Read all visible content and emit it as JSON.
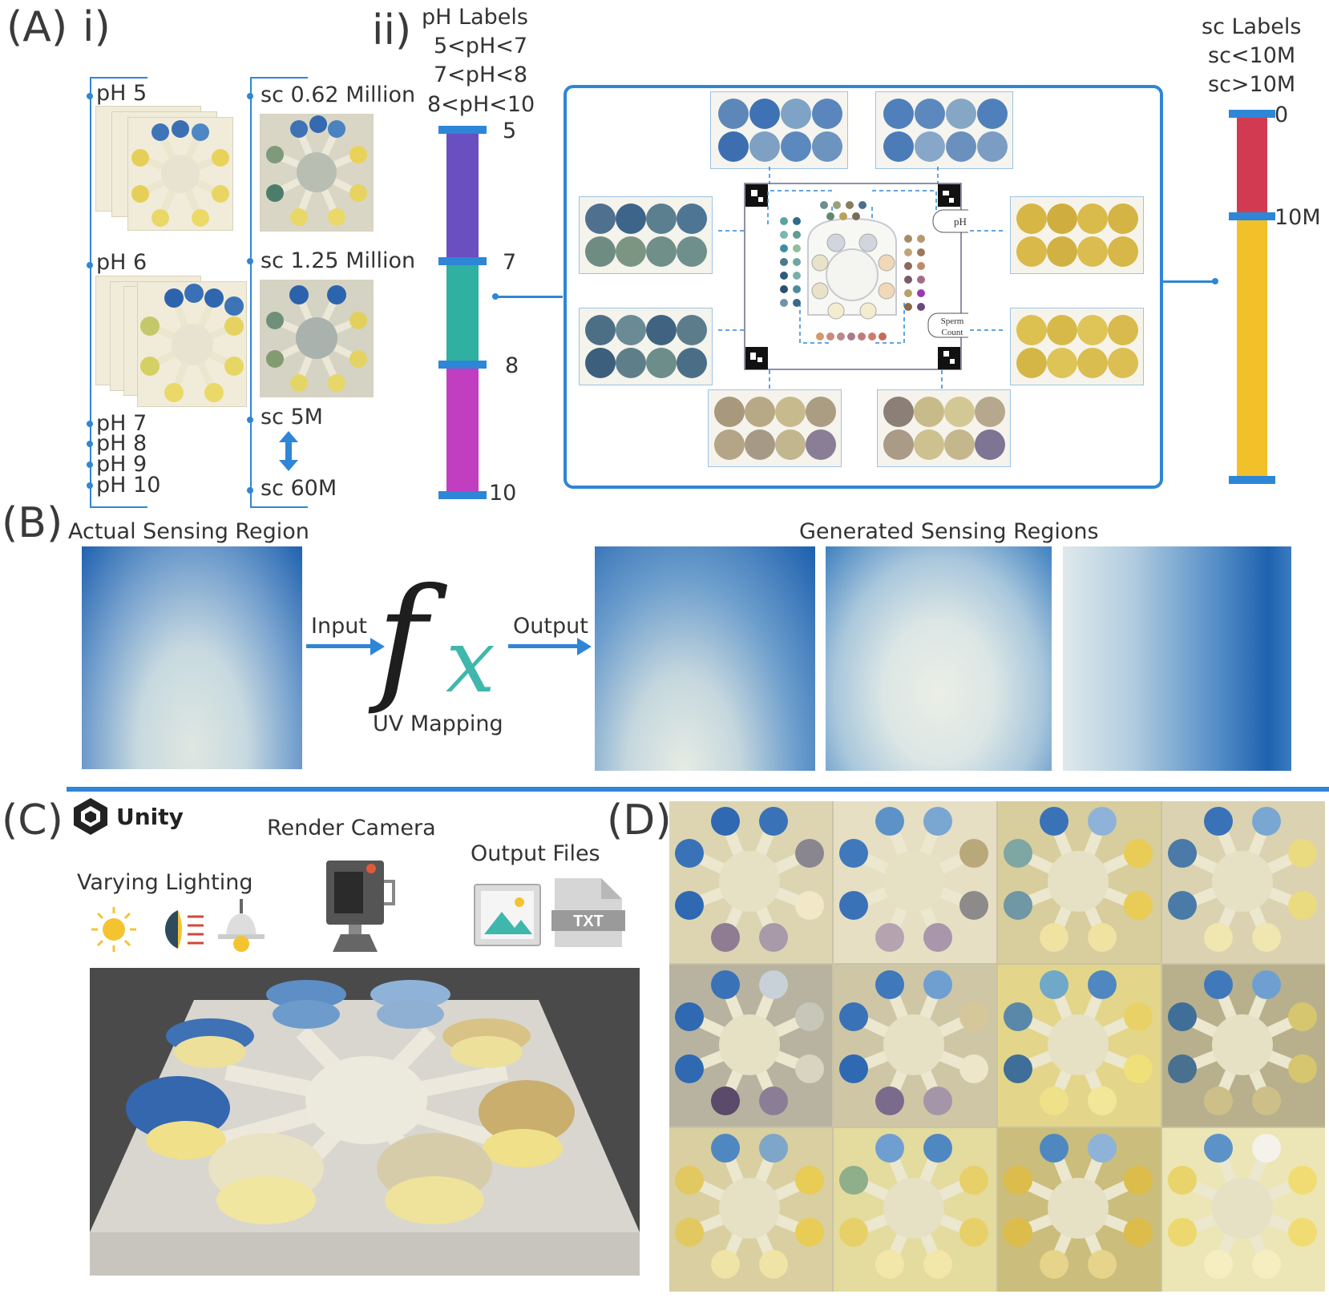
{
  "panels": {
    "a": "(A)",
    "a_i": "i)",
    "a_ii": "ii)",
    "b": "(B)",
    "c": "(C)",
    "d": "(D)"
  },
  "panel_a": {
    "ph_column": [
      "pH 5",
      "pH 6",
      "pH 7",
      "pH 8",
      "pH 9",
      "pH 10"
    ],
    "sc_column": [
      "sc 0.62 Million",
      "sc 1.25 Million",
      "sc 5M",
      "sc 60M"
    ],
    "ph_labels": {
      "title": "pH Labels",
      "items": [
        "5<pH<7",
        "7<pH<8",
        "8<pH<10"
      ],
      "ticks": [
        "5",
        "7",
        "8",
        "10"
      ],
      "segment_colors": [
        "#6a4fc1",
        "#2fb0a0",
        "#c13ec1"
      ]
    },
    "sc_labels": {
      "title": "sc Labels",
      "items": [
        "sc<10M",
        "sc>10M"
      ],
      "ticks": [
        "0",
        "10M"
      ],
      "segment_colors": [
        "#d23a52",
        "#f2c12a"
      ]
    },
    "chip": {
      "ph_tag": "pH",
      "sperm_tag_line1": "Sperm",
      "sperm_tag_line2": "Count"
    }
  },
  "panel_b": {
    "actual_label": "Actual Sensing Region",
    "generated_label": "Generated Sensing Regions",
    "input_label": "Input",
    "output_label": "Output",
    "fx_f": "f",
    "fx_x": "x",
    "mapping_label": "UV Mapping"
  },
  "panel_c": {
    "unity_label": "Unity",
    "render_camera": "Render Camera",
    "output_files": "Output Files",
    "varying_lighting": "Varying Lighting",
    "txt_icon": "TXT"
  },
  "colors": {
    "accent": "#2e86d6",
    "yellow": "#e8c944",
    "blue": "#2a6fb8"
  }
}
